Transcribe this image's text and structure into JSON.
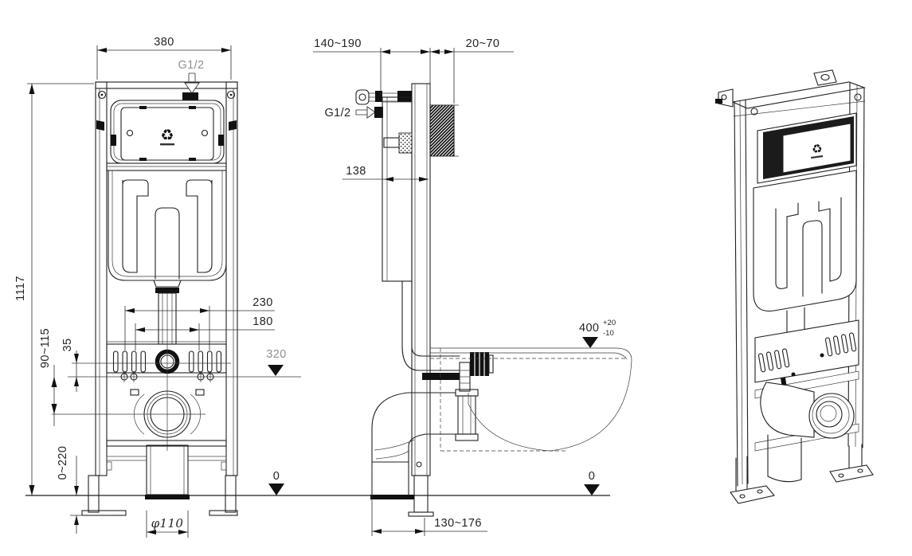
{
  "icons": {
    "recycle": "♻"
  },
  "colors": {
    "line": "#1f1f1f",
    "background": "#ffffff",
    "muted_label": "#8f8f8f",
    "fill_dark": "#111111"
  },
  "front_view": {
    "dims": {
      "frame_width": "380",
      "water_inlet": "G1/2",
      "frame_height": "1117",
      "fixing_spread_outer": "230",
      "fixing_spread_inner": "180",
      "flush_level": "320",
      "drain_to_bolts": "90~115",
      "bolt_offset": "35",
      "foot_adjust": "0~220",
      "drain_diameter": "φ110",
      "floor_level": "0"
    }
  },
  "side_view": {
    "dims": {
      "frame_to_wall": "140~190",
      "wall_thickness": "20~70",
      "water_inlet": "G1/2",
      "cistern_depth": "138",
      "rim_height": "400",
      "rim_height_tol_plus": "+20",
      "rim_height_tol_minus": "-10",
      "outlet_distance": "130~176",
      "floor_level": "0"
    }
  }
}
